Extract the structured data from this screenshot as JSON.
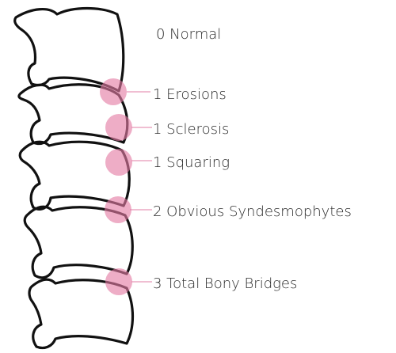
{
  "colors": {
    "marker": "#e47aa3",
    "leader": "#e898b8",
    "outline": "#111111",
    "text": "#2a2a2a"
  },
  "grades": [
    {
      "label": "0 Normal",
      "marked": false
    },
    {
      "label": "1 Erosions",
      "marked": true
    },
    {
      "label": "1 Sclerosis",
      "marked": true
    },
    {
      "label": "1 Squaring",
      "marked": true
    },
    {
      "label": "2 Obvious Syndesmophytes",
      "marked": true
    },
    {
      "label": "3 Total Bony Bridges",
      "marked": true
    }
  ]
}
